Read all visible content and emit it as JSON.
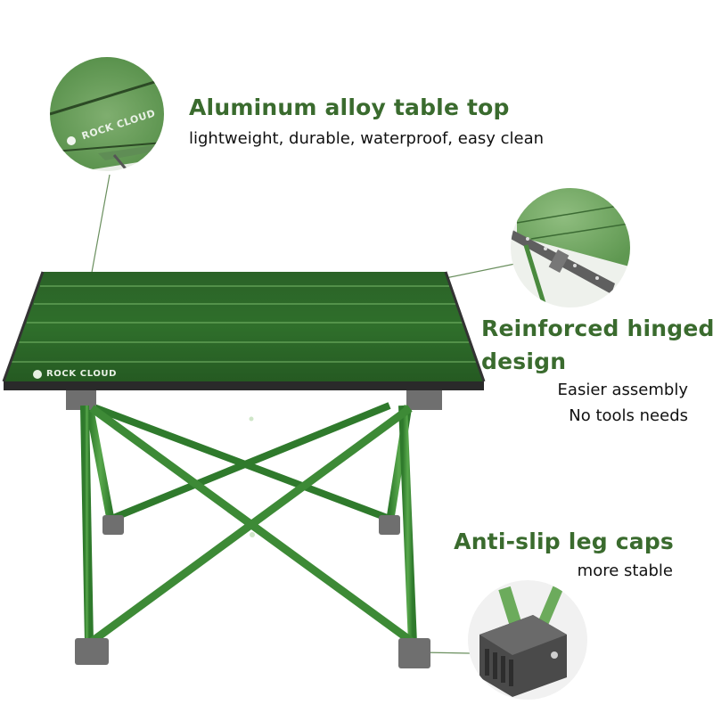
{
  "brand": {
    "name": "ROCK CLOUD"
  },
  "features": {
    "tabletop": {
      "title": "Aluminum alloy table top",
      "subtitle": "lightweight, durable, waterproof, easy clean"
    },
    "hinge": {
      "title_line1": "Reinforced hinged",
      "title_line2": "design",
      "note1": "Easier assembly",
      "note2": "No tools needs"
    },
    "legcaps": {
      "title": "Anti-slip leg caps",
      "subtitle": "more stable"
    }
  },
  "colors": {
    "accent": "#3a6b2e",
    "table_green": "#2f6a2b",
    "frame_green": "#3d8a36",
    "cap_grey": "#6f6f6f"
  }
}
